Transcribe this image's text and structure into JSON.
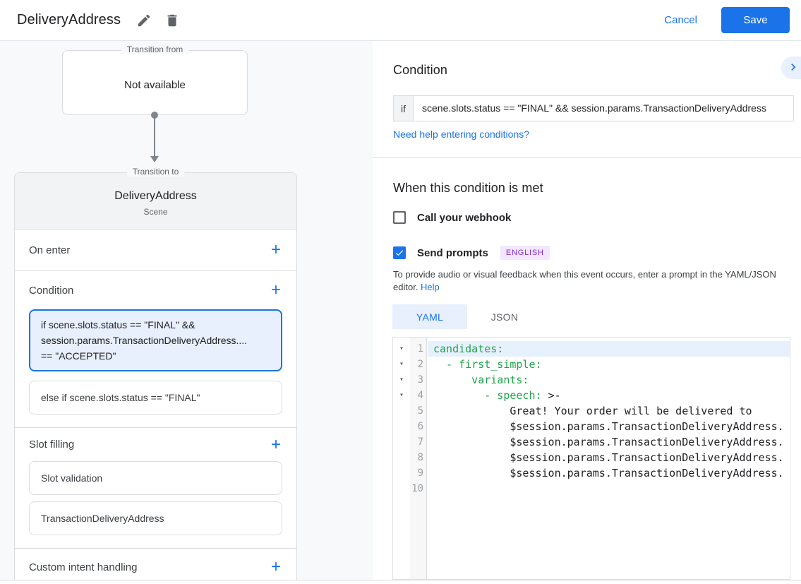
{
  "colors": {
    "accent": "#1a73e8",
    "selected_bg": "#e8f0fe",
    "code_key_green": "#22a34a",
    "badge_bg": "#f2e7fe",
    "badge_text": "#8430ce",
    "panel_bg": "#f8f9fa"
  },
  "icons": {
    "add": "+",
    "fold": "▾"
  },
  "header": {
    "title": "DeliveryAddress",
    "cancel": "Cancel",
    "save": "Save"
  },
  "flow": {
    "from_legend": "Transition from",
    "from_value": "Not available",
    "to_legend": "Transition to",
    "to_title": "DeliveryAddress",
    "to_subtitle": "Scene",
    "on_enter_label": "On enter",
    "condition_label": "Condition",
    "condition_selected": "if scene.slots.status == \"FINAL\" &&\nsession.params.TransactionDeliveryAddress....\n== \"ACCEPTED\"",
    "condition_else": "else if scene.slots.status == \"FINAL\"",
    "slot_filling_label": "Slot filling",
    "slots": [
      "Slot validation",
      "TransactionDeliveryAddress"
    ],
    "custom_intent_label": "Custom intent handling"
  },
  "condition_panel": {
    "heading": "Condition",
    "if_label": "if",
    "if_value": "scene.slots.status == \"FINAL\" && session.params.TransactionDeliveryAddress",
    "help_link": "Need help entering conditions?",
    "when_heading": "When this condition is met",
    "webhook_label": "Call your webhook",
    "send_prompts_label": "Send prompts",
    "language_badge": "ENGLISH",
    "feedback_text": "To provide audio or visual feedback when this event occurs, enter a prompt in the YAML/JSON editor. ",
    "feedback_help": "Help",
    "tabs": {
      "yaml": "YAML",
      "json": "JSON"
    },
    "editor": {
      "lines": [
        {
          "num": "1",
          "key": "candidates:",
          "plain": ""
        },
        {
          "num": "2",
          "key": "  - first_simple:",
          "plain": ""
        },
        {
          "num": "3",
          "key": "      variants:",
          "plain": ""
        },
        {
          "num": "4",
          "key": "        - speech:",
          "plain": " >-"
        },
        {
          "num": "5",
          "key": "",
          "plain": "            Great! Your order will be delivered to"
        },
        {
          "num": "6",
          "key": "",
          "plain": "            $session.params.TransactionDeliveryAddress."
        },
        {
          "num": "7",
          "key": "",
          "plain": "            $session.params.TransactionDeliveryAddress."
        },
        {
          "num": "8",
          "key": "",
          "plain": "            $session.params.TransactionDeliveryAddress."
        },
        {
          "num": "9",
          "key": "",
          "plain": "            $session.params.TransactionDeliveryAddress."
        },
        {
          "num": "10",
          "key": "",
          "plain": ""
        }
      ]
    }
  }
}
